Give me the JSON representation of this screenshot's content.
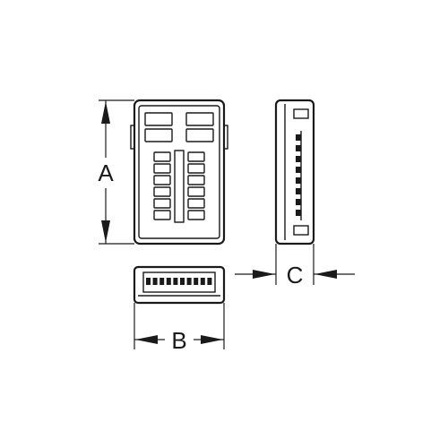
{
  "dimensions": {
    "height_label": "A",
    "width_label": "B",
    "depth_label": "C"
  },
  "front_view": {
    "top_switches": 4,
    "breaker_rows": 6,
    "breaker_columns": 2
  },
  "side_view": {
    "terminal_count": 8
  },
  "bottom_view": {
    "terminal_count": 10
  },
  "colors": {
    "line": "#1a1a1a",
    "background": "#ffffff"
  }
}
